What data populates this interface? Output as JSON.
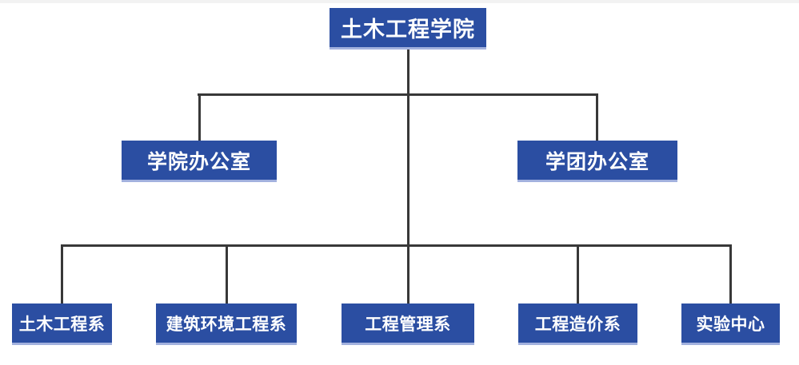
{
  "chart": {
    "type": "org-chart",
    "root": {
      "label": "土木工程学院"
    },
    "level2": [
      {
        "label": "学院办公室"
      },
      {
        "label": "学团办公室"
      }
    ],
    "level3": [
      {
        "label": "土木工程系"
      },
      {
        "label": "建筑环境工程系"
      },
      {
        "label": "工程管理系"
      },
      {
        "label": "工程造价系"
      },
      {
        "label": "实验中心"
      }
    ]
  },
  "colors": {
    "node_fill": "#2b4ea2",
    "node_bottom_edge": "#a2b1de",
    "node_text": "#ffffff",
    "connector_line": "#383838",
    "top_strip": "#f2f2f2",
    "background": "#ffffff"
  }
}
